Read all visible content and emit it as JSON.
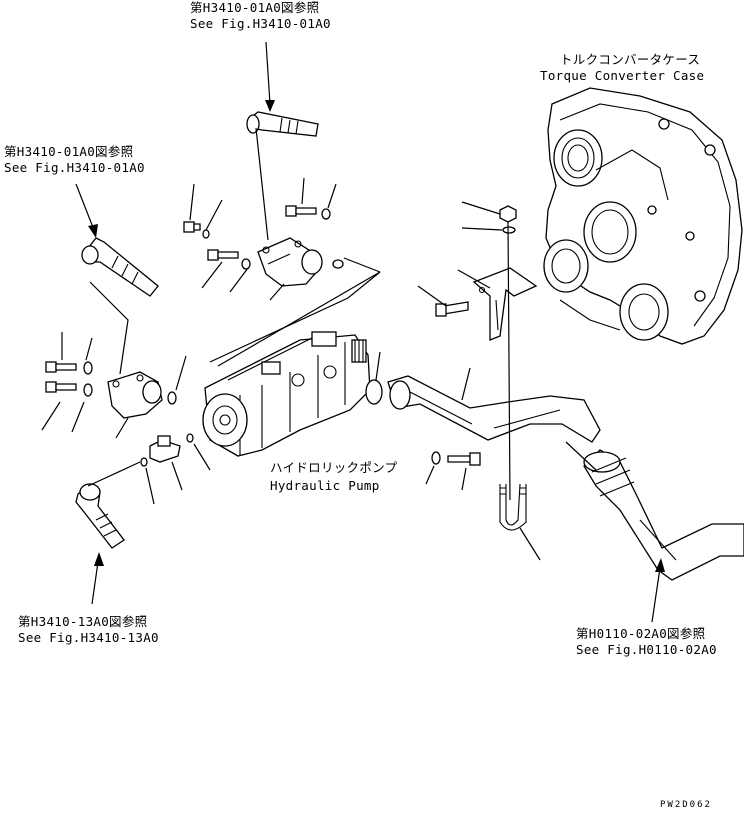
{
  "references": {
    "top": {
      "jp": "第H3410-01A0図参照",
      "en": "See Fig.H3410-01A0"
    },
    "left": {
      "jp": "第H3410-01A0図参照",
      "en": "See Fig.H3410-01A0"
    },
    "bottom_left": {
      "jp": "第H3410-13A0図参照",
      "en": "See Fig.H3410-13A0"
    },
    "bottom_right": {
      "jp": "第H0110-02A0図参照",
      "en": "See Fig.H0110-02A0"
    }
  },
  "components": {
    "torque_converter_case": {
      "jp": "トルクコンバータケース",
      "en": "Torque Converter Case"
    },
    "hydraulic_pump": {
      "jp": "ハイドロリックポンプ",
      "en": "Hydraulic Pump"
    }
  },
  "drawing_code": "PW2D062"
}
